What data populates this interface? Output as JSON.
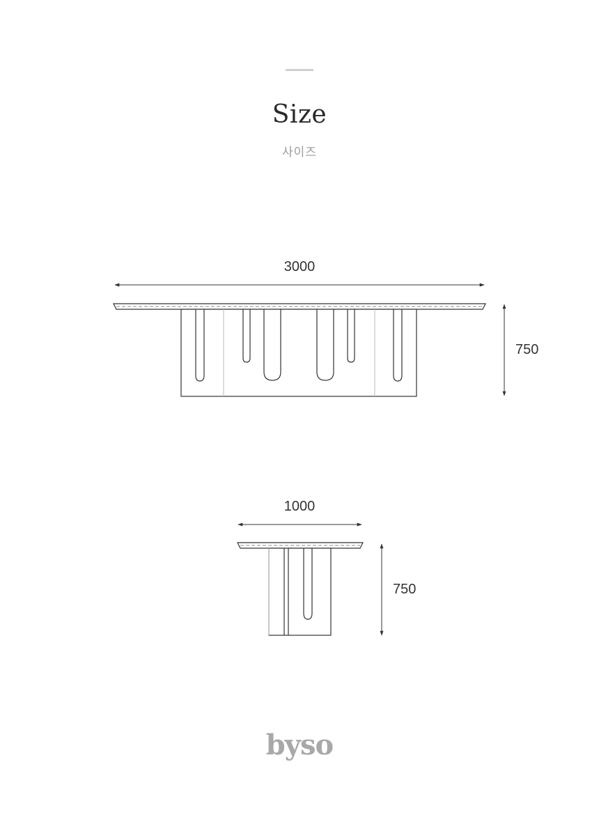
{
  "header": {
    "title": "Size",
    "subtitle": "사이즈"
  },
  "views": {
    "front": {
      "width_label": "3000",
      "height_label": "750"
    },
    "side": {
      "width_label": "1000",
      "height_label": "750"
    }
  },
  "brand": {
    "logo_text": "byso"
  },
  "colors": {
    "line": "#333333",
    "divider": "#cfcfcf",
    "subtitle": "#9a9a9a",
    "logo": "#a8a8a8"
  }
}
